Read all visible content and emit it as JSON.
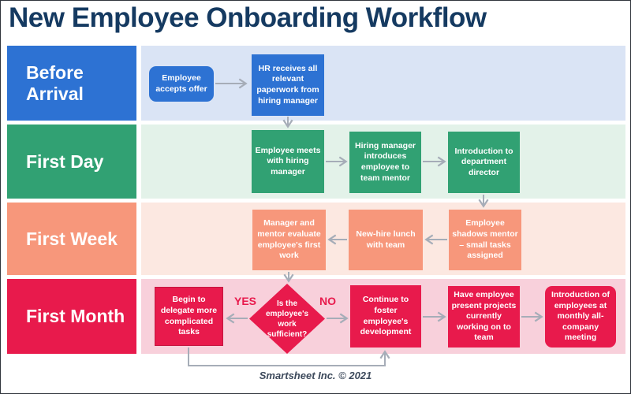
{
  "title": "New Employee Onboarding Workflow",
  "footer_credit": "Smartsheet Inc. © 2021",
  "colors": {
    "title_navy": "#153A61",
    "blue": "#2D72D3",
    "blue_bg": "#DAE4F5",
    "green": "#31A173",
    "green_bg": "#E3F2E9",
    "salmon": "#F7977B",
    "salmon_bg": "#FCE8E1",
    "crimson": "#E81A4C",
    "crimson_bg": "#F8D0DB",
    "arrow_gray": "#A6ADB8"
  },
  "lanes": [
    {
      "label": "Before Arrival",
      "nodes": [
        {
          "label": "Employee accepts offer"
        },
        {
          "label": "HR receives all relevant paperwork from hiring manager"
        }
      ]
    },
    {
      "label": "First Day",
      "nodes": [
        {
          "label": "Employee meets with hiring manager"
        },
        {
          "label": "Hiring manager introduces employee to team mentor"
        },
        {
          "label": "Introduction to department director"
        }
      ]
    },
    {
      "label": "First Week",
      "nodes": [
        {
          "label": "Employee shadows mentor – small tasks assigned"
        },
        {
          "label": "New-hire lunch with team"
        },
        {
          "label": "Manager and mentor evaluate employee's first work"
        }
      ]
    },
    {
      "label": "First Month",
      "nodes": [
        {
          "label": "Begin to delegate more complicated tasks"
        },
        {
          "label": "Continue to foster employee's development"
        },
        {
          "label": "Have employee present projects currently working on to team"
        },
        {
          "label": "Introduction of employees at monthly all-company meeting"
        }
      ]
    }
  ],
  "decision": {
    "label": "Is the employee's work sufficient?",
    "yes_label": "YES",
    "no_label": "NO"
  }
}
